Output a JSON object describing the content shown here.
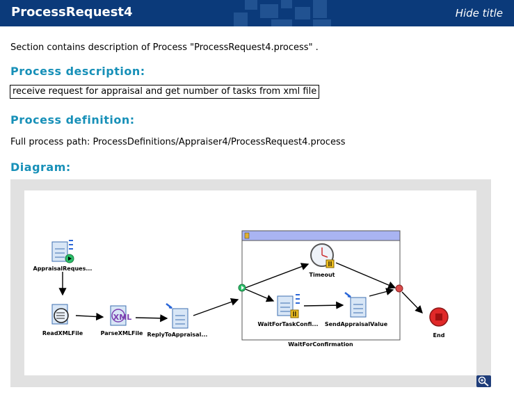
{
  "header": {
    "title": "ProcessRequest4",
    "hide_title_label": "Hide title"
  },
  "intro_text": "Section contains description of Process \"ProcessRequest4.process\" .",
  "process_description": {
    "heading": "Process description:",
    "text": "receive request for appraisal and get number of tasks from xml file"
  },
  "process_definition": {
    "heading": "Process definition:",
    "path_text": "Full process path: ProcessDefinitions/Appraiser4/ProcessRequest4.process"
  },
  "diagram": {
    "heading": "Diagram:",
    "nodes": {
      "appraisal_request": "AppraisalReques...",
      "read_xml": "ReadXMLFile",
      "parse_xml": "ParseXMLFile",
      "reply": "ReplyToAppraisal...",
      "timeout": "Timeout",
      "wait_task": "WaitForTaskConfi...",
      "send_value": "SendAppraisalValue",
      "end": "End",
      "group": "WaitForConfirmation"
    },
    "parse_icon_text": "XML"
  },
  "colors": {
    "header_bg": "#0b3a7a",
    "heading": "#1790b8",
    "diagram_frame": "#e1e1e1",
    "group_header": "#a9b4f2"
  }
}
